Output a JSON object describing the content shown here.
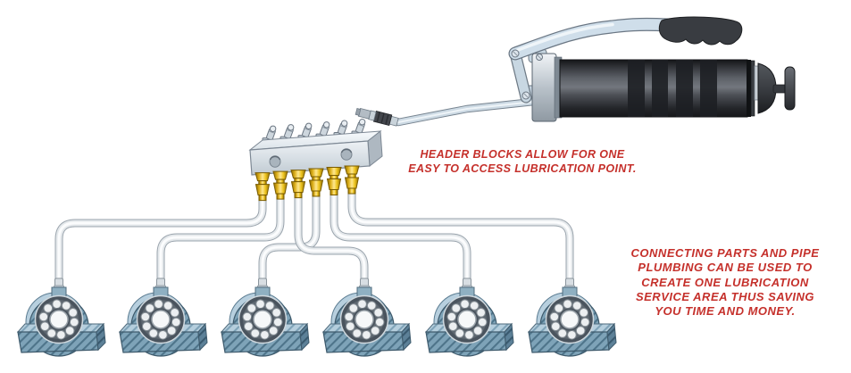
{
  "annotations": {
    "header_note": "HEADER BLOCKS ALLOW FOR ONE\nEASY TO ACCESS LUBRICATION POINT.",
    "connecting_note": "CONNECTING PARTS AND PIPE\nPLUMBING CAN BE USED TO\nCREATE ONE LUBRICATION\nSERVICE AREA THUS SAVING\nYOU TIME AND MONEY."
  },
  "diagram": {
    "bearing_count": 6,
    "header_port_count": 6,
    "components": [
      "grease-gun",
      "grease-gun-pipe",
      "coupler-nozzle",
      "header-block",
      "zerk-fittings",
      "brass-compression-fittings",
      "lubrication-tubes",
      "pillow-block-bearings"
    ]
  },
  "colors": {
    "annotation_red": "#C5302B",
    "brass_yellow": "#F2C51D",
    "bearing_housing_blue": "#7EA3B8",
    "tube_grey": "#E4E8EB",
    "gun_body_dark": "#3A3D42",
    "steel_light": "#D8E0E7"
  }
}
